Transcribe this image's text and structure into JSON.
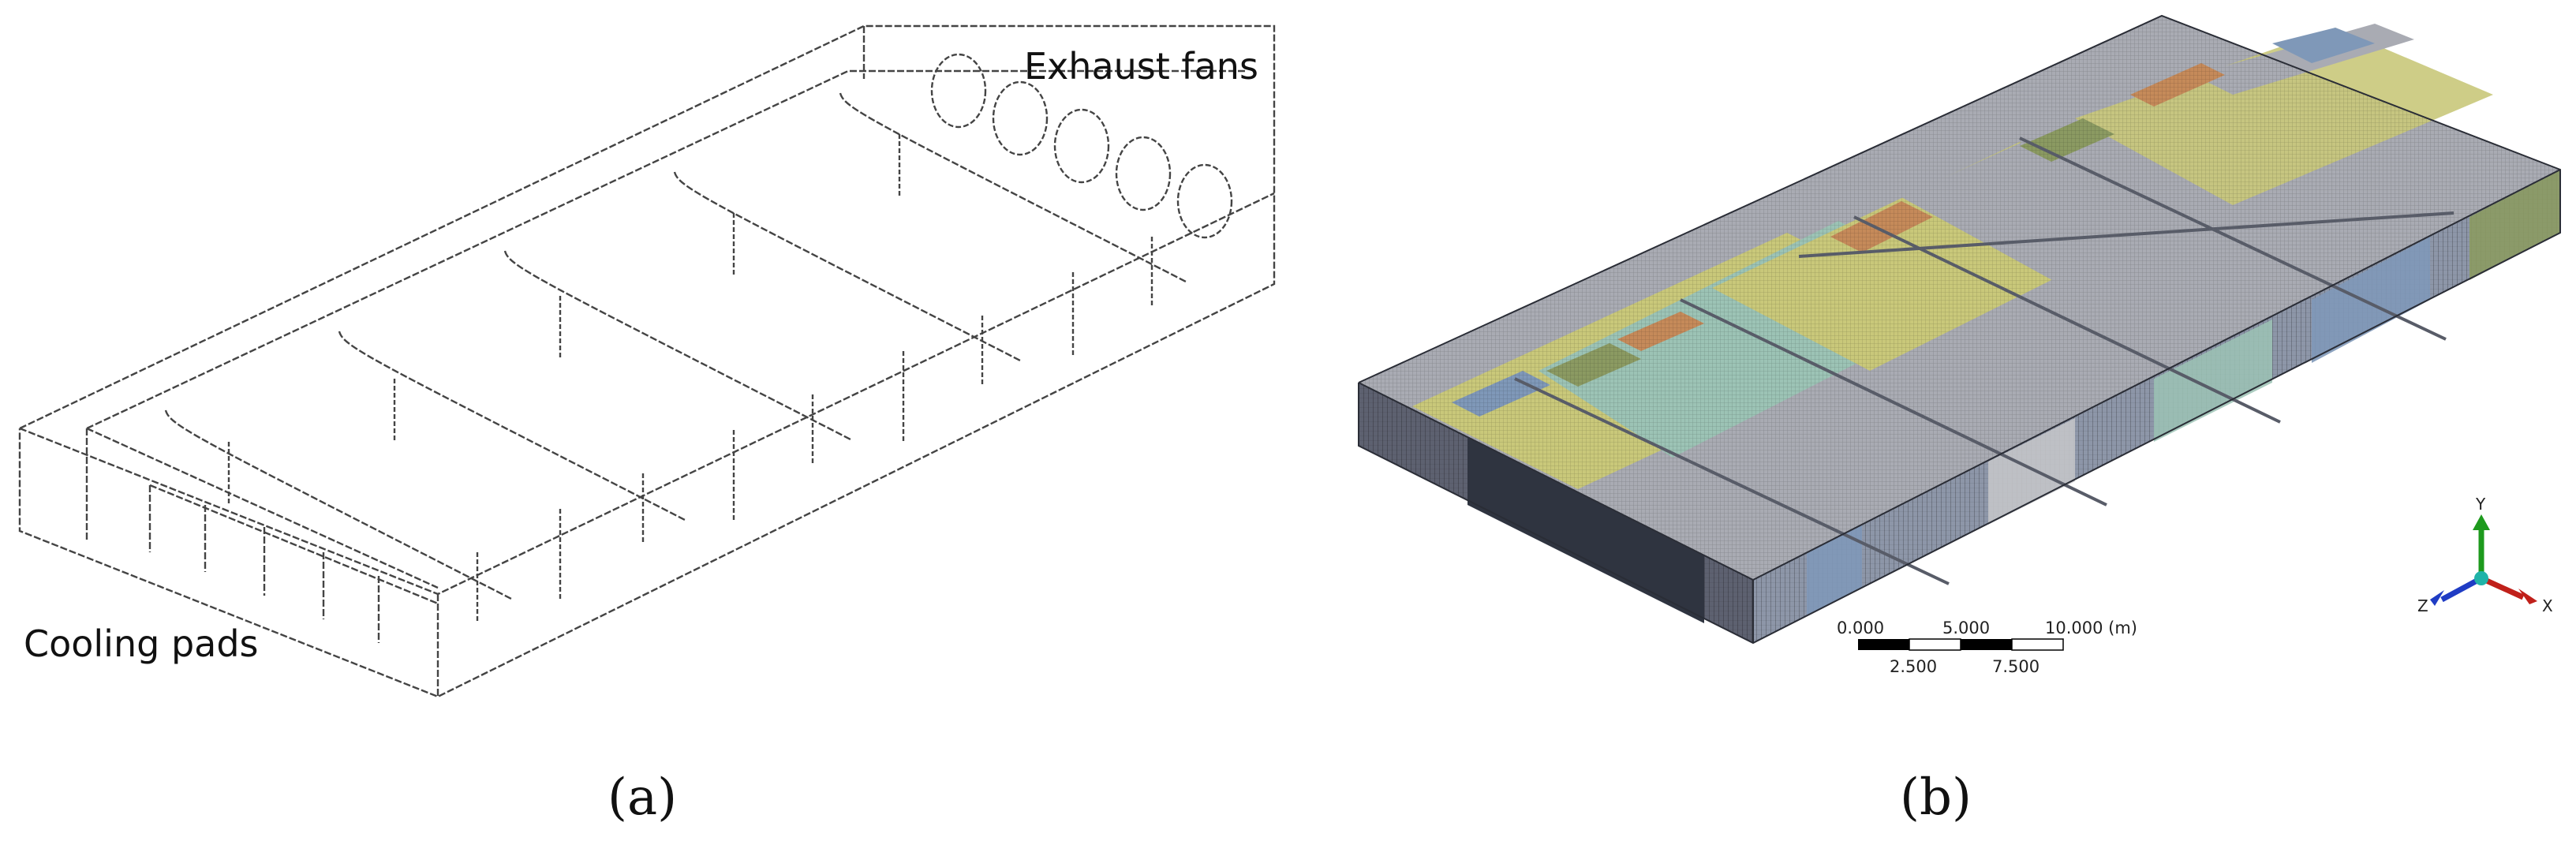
{
  "panel_a": {
    "caption": "(a)",
    "labels": {
      "exhaust_fans": "Exhaust fans",
      "cooling_pads": "Cooling pads"
    }
  },
  "panel_b": {
    "caption": "(b)",
    "scale_bar": {
      "top_labels": [
        "0.000",
        "5.000",
        "10.000 (m)"
      ],
      "bottom_labels": [
        "2.500",
        "7.500"
      ]
    },
    "axis_triad": {
      "y": "Y",
      "x": "X",
      "z": "Z",
      "colors": {
        "y": "#1d9a1d",
        "x": "#c0201a",
        "z": "#1f3cc4",
        "origin": "#20b3a8"
      }
    },
    "mesh_colors": {
      "grey": "#a9abb3",
      "green_blue": "#9cc3b5",
      "yellow": "#c9c87a",
      "blue": "#7f98b8",
      "orange": "#c58a5a",
      "olive": "#8b9a62",
      "dark": "#3e4350",
      "light_grey": "#c3c4c8"
    }
  }
}
